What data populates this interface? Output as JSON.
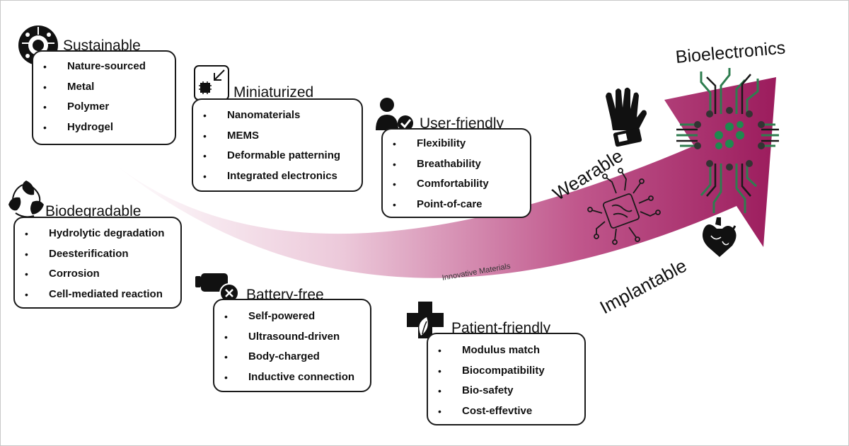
{
  "groups": [
    {
      "id": "sustainable",
      "title": "Sustainable",
      "icon": "gear-leaf-icon",
      "items": [
        "Nature-sourced",
        "Metal",
        "Polymer",
        "Hydrogel"
      ]
    },
    {
      "id": "miniaturized",
      "title": "Miniaturized",
      "icon": "chip-shrink-icon",
      "items": [
        "Nanomaterials",
        "MEMS",
        "Deformable patterning",
        "Integrated electronics"
      ]
    },
    {
      "id": "user_friendly",
      "title": "User-friendly",
      "icon": "user-check-icon",
      "items": [
        "Flexibility",
        "Breathability",
        "Comfortability",
        "Point-of-care"
      ]
    },
    {
      "id": "biodegradable",
      "title": "Biodegradable",
      "icon": "leaf-recycle-icon",
      "items": [
        "Hydrolytic degradation",
        "Deesterification",
        "Corrosion",
        "Cell-mediated reaction"
      ]
    },
    {
      "id": "battery_free",
      "title": "Battery-free",
      "icon": "battery-x-icon",
      "items": [
        "Self-powered",
        "Ultrasound-driven",
        "Body-charged",
        "Inductive connection"
      ]
    },
    {
      "id": "patient_friendly",
      "title": "Patient-friendly",
      "icon": "medical-cross-leaf-icon",
      "items": [
        "Modulus match",
        "Biocompatibility",
        "Bio-safety",
        "Cost-effevtive"
      ]
    }
  ],
  "arrow": {
    "center_label": "Innovative Materials",
    "head_label": "Bioelectronics",
    "upper_label": "Wearable",
    "lower_label": "Implantable",
    "color_start": "#ffffff",
    "color_end": "#9b1b5c"
  },
  "icons": [
    "glove-icon",
    "circuit-chip-icon",
    "neural-chip-icon",
    "heart-icon"
  ]
}
